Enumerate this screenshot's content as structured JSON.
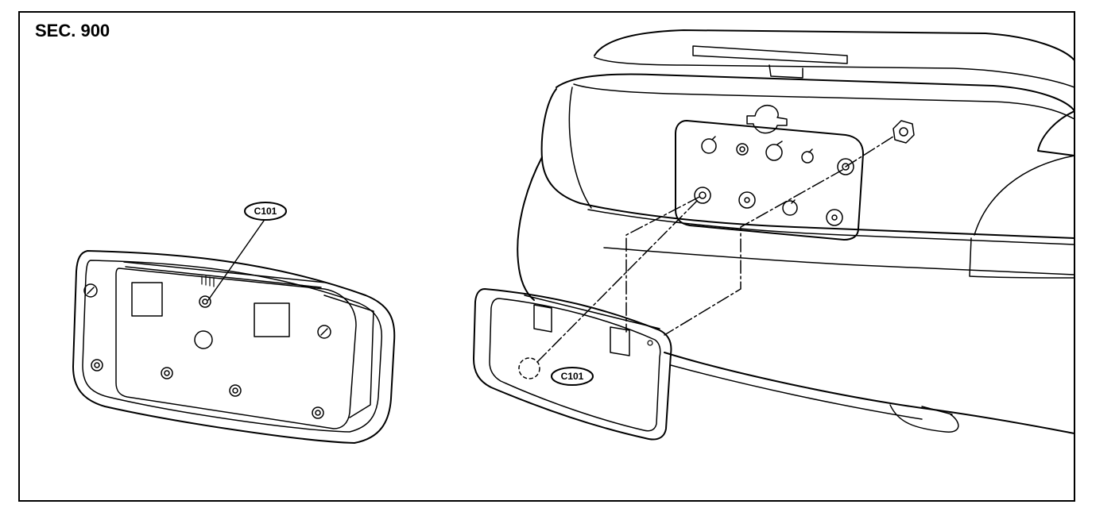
{
  "section": {
    "label": "SEC. 900"
  },
  "callouts": {
    "left": "C101",
    "right": "C101"
  },
  "colors": {
    "line": "#000000",
    "background": "#ffffff"
  }
}
